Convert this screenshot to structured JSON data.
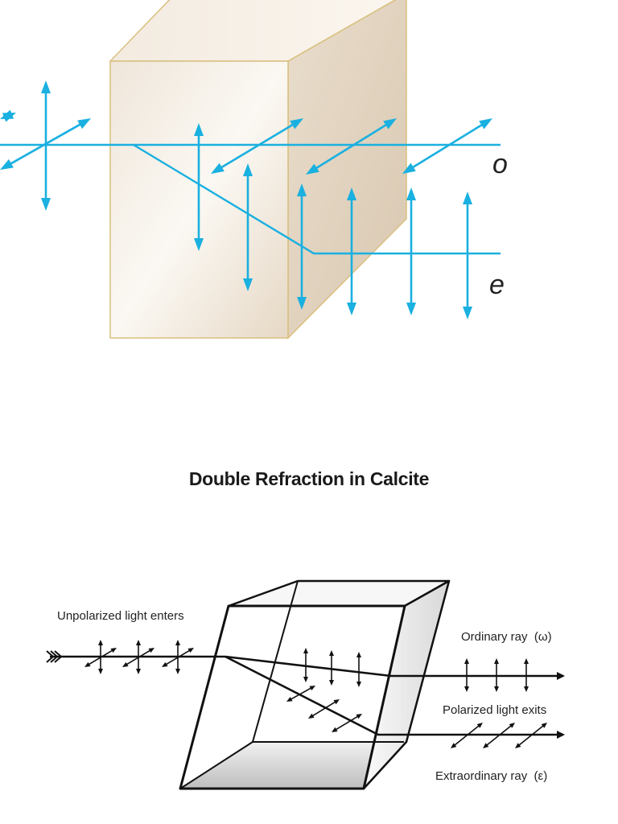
{
  "top_diagram": {
    "label_o": "o",
    "label_e": "e",
    "ray_color": "#1ab0e0",
    "crystal_color": "#e8dccb"
  },
  "title": "Double Refraction in Calcite",
  "bottom_diagram": {
    "unpolarized_label": "Unpolarized light enters",
    "ordinary_label": "Ordinary ray  (ω)",
    "polarized_label": "Polarized light exits",
    "extraordinary_label": "Extraordinary ray  (ε)"
  }
}
